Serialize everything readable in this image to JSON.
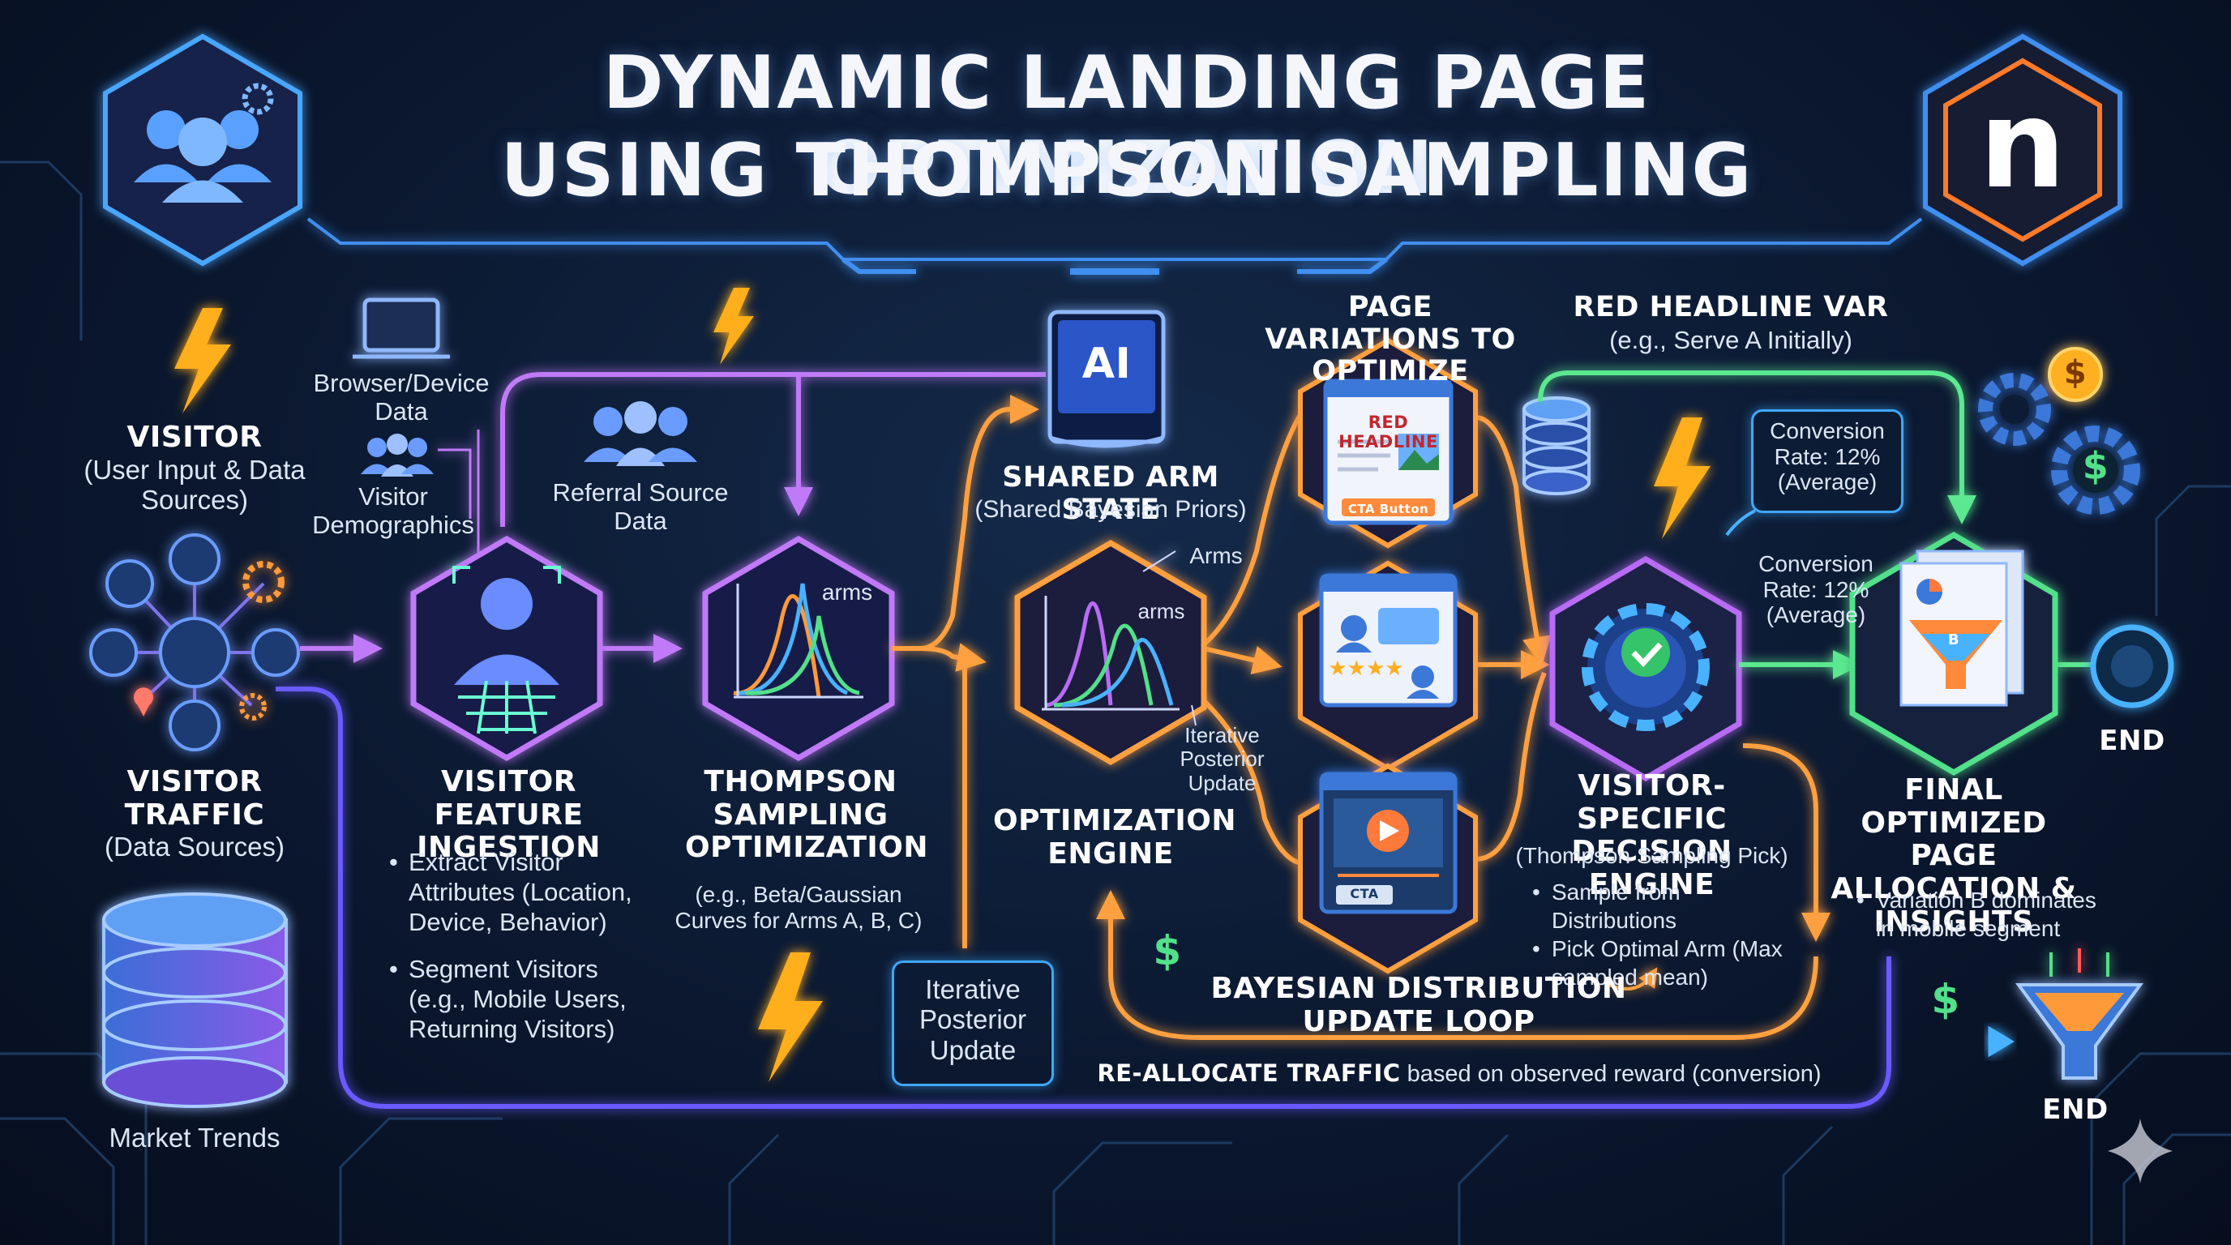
{
  "title": {
    "line1": "DYNAMIC LANDING PAGE OPTIMIZATION",
    "line2": "USING THOMPSON SAMPLING"
  },
  "logo": {
    "letter": "n"
  },
  "visitor": {
    "title": "VISITOR",
    "sub": "(User Input & Data Sources)"
  },
  "browser": {
    "label": "Browser/Device Data"
  },
  "demographics": {
    "label": "Visitor Demographics"
  },
  "referral": {
    "label": "Referral Source Data"
  },
  "traffic": {
    "title": "VISITOR TRAFFIC",
    "sub": "(Data Sources)"
  },
  "market": {
    "label": "Market Trends"
  },
  "ingestion": {
    "title": "VISITOR FEATURE INGESTION",
    "bullets": [
      "Extract Visitor Attributes (Location, Device, Behavior)",
      "Segment Visitors (e.g., Mobile Users, Returning Visitors)"
    ]
  },
  "thompson": {
    "title": "THOMPSON SAMPLING OPTIMIZATION",
    "sub": "(e.g., Beta/Gaussian Curves for Arms A, B, C)",
    "arms": "arms"
  },
  "shared": {
    "badge": "AI",
    "title": "SHARED ARM STATE",
    "sub": "(Shared Bayesian Priors)"
  },
  "engine": {
    "title": "OPTIMIZATION ENGINE",
    "arms1": "Arms",
    "arms2": "arms",
    "iter": "Iterative Posterior Update"
  },
  "iter_box": {
    "label": "Iterative Posterior Update"
  },
  "variations": {
    "title": "PAGE VARIATIONS TO OPTIMIZE",
    "headline": "RED HEADLINE",
    "cta1": "CTA Button",
    "stars": "★★★★",
    "cta2": "CTA"
  },
  "red_var": {
    "title": "RED HEADLINE VAR",
    "sub": "(e.g., Serve A Initially)"
  },
  "conv1": {
    "label": "Conversion Rate: 12% (Average)"
  },
  "conv2": {
    "label": "Conversion Rate: 12% (Average)"
  },
  "decision": {
    "title": "VISITOR-SPECIFIC DECISION ENGINE",
    "sub": "(Thompson Sampling Pick)",
    "bullets": [
      "Sample from Distributions",
      "Pick Optimal Arm (Max sampled mean)"
    ]
  },
  "final": {
    "title": "FINAL OPTIMIZED PAGE ALLOCATION & INSIGHTS",
    "bullets": [
      "Variation B dominates in mobile segment"
    ],
    "funnel_letter": "B"
  },
  "end1": {
    "label": "END"
  },
  "end2": {
    "label": "END"
  },
  "loop": {
    "title": "BAYESIAN DISTRIBUTION UPDATE LOOP"
  },
  "realloc": {
    "bold": "RE-ALLOCATE TRAFFIC",
    "rest": " based on observed reward (conversion)"
  },
  "symbols": {
    "dollar": "$"
  },
  "colors": {
    "purple": "#b86cf4",
    "orange": "#ff9a3a",
    "green": "#52e08a",
    "blue": "#3fa8ff",
    "bolt": "#ffae1f"
  }
}
